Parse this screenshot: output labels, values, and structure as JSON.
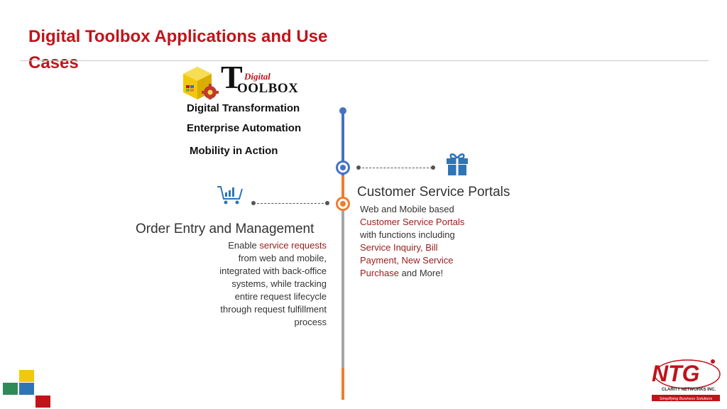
{
  "title": "Digital Toolbox Applications and Use Cases",
  "logo": {
    "big_letter": "T",
    "script_word": "Digital",
    "word": "OOLBOX"
  },
  "taglines": [
    "Digital Transformation",
    "Enterprise Automation",
    "Mobility in Action"
  ],
  "right_item": {
    "heading": "Customer Service Portals",
    "text_parts": [
      {
        "text": "Web and Mobile based ",
        "hl": false
      },
      {
        "text": "Customer Service Portals",
        "hl": true
      },
      {
        "text": " with functions including ",
        "hl": false
      },
      {
        "text": "Service Inquiry, Bill Payment, New Service Purchase",
        "hl": true
      },
      {
        "text": " and More!",
        "hl": false
      }
    ],
    "icon": "gift-icon"
  },
  "left_item": {
    "heading": "Order Entry and Management",
    "text_parts": [
      {
        "text": "Enable ",
        "hl": false
      },
      {
        "text": "service requests",
        "hl": true
      },
      {
        "text": " from web and mobile, integrated with back-office systems, while tracking entire request lifecycle through request fulfillment process",
        "hl": false
      }
    ],
    "icon": "shopping-cart-icon"
  },
  "ntg_logo": {
    "letters": "NTG",
    "company": "CLARITY NETWORKS INC.",
    "slogan": "Simplifying Business Solutions"
  },
  "colors": {
    "title_red": "#c0141b",
    "timeline_blue": "#4472c4",
    "timeline_orange": "#ed7d31",
    "timeline_gray": "#a6a6a6",
    "highlight": "#9a1b1b"
  }
}
